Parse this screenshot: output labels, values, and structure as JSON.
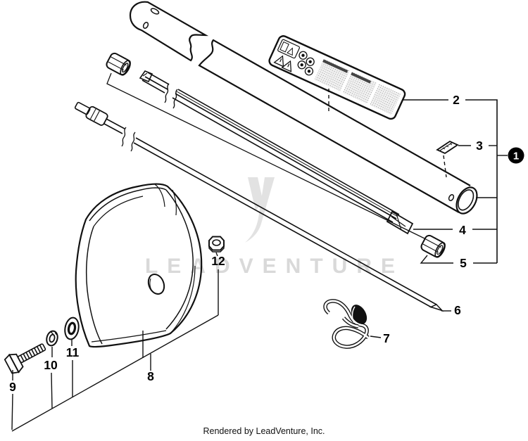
{
  "diagram": {
    "callouts": {
      "c1": "1",
      "c2": "2",
      "c3": "3",
      "c4": "4",
      "c5": "5",
      "c6": "6",
      "c7": "7",
      "c8": "8",
      "c9": "9",
      "c10": "10",
      "c11": "11",
      "c12": "12"
    }
  },
  "watermark": {
    "text": "LEADVENTURE"
  },
  "footer": {
    "text": "Rendered by LeadVenture, Inc."
  },
  "colors": {
    "line": "#111111",
    "background": "#ffffff",
    "watermark": "#d9d9d9",
    "callout_badge": "#000000"
  }
}
